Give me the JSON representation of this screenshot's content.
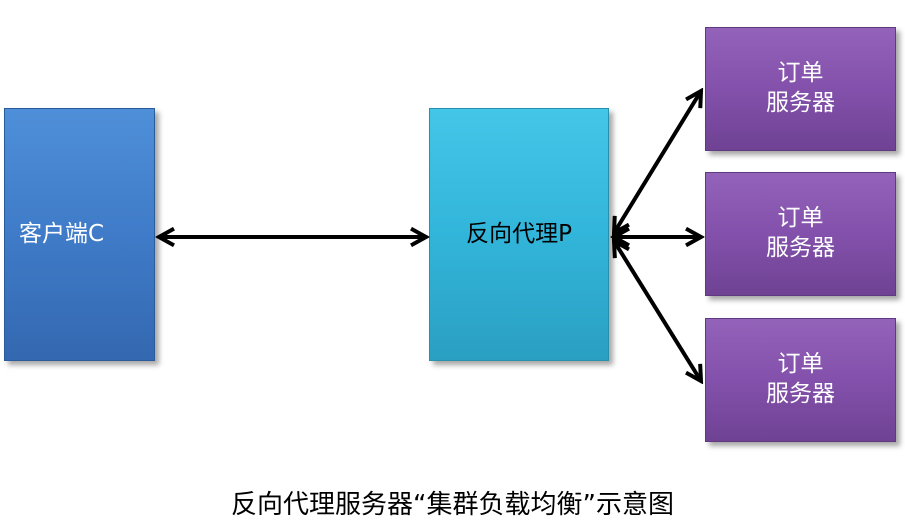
{
  "nodes": {
    "client": "客户端C",
    "proxy": "反向代理P",
    "servers": [
      {
        "line1": "订单",
        "line2": "服务器"
      },
      {
        "line1": "订单",
        "line2": "服务器"
      },
      {
        "line1": "订单",
        "line2": "服务器"
      }
    ]
  },
  "caption": "反向代理服务器“集群负载均衡”示意图",
  "colors": {
    "client": "#3f7bc8",
    "proxy": "#32b5da",
    "server": "#8351ab",
    "arrow": "#000000"
  }
}
